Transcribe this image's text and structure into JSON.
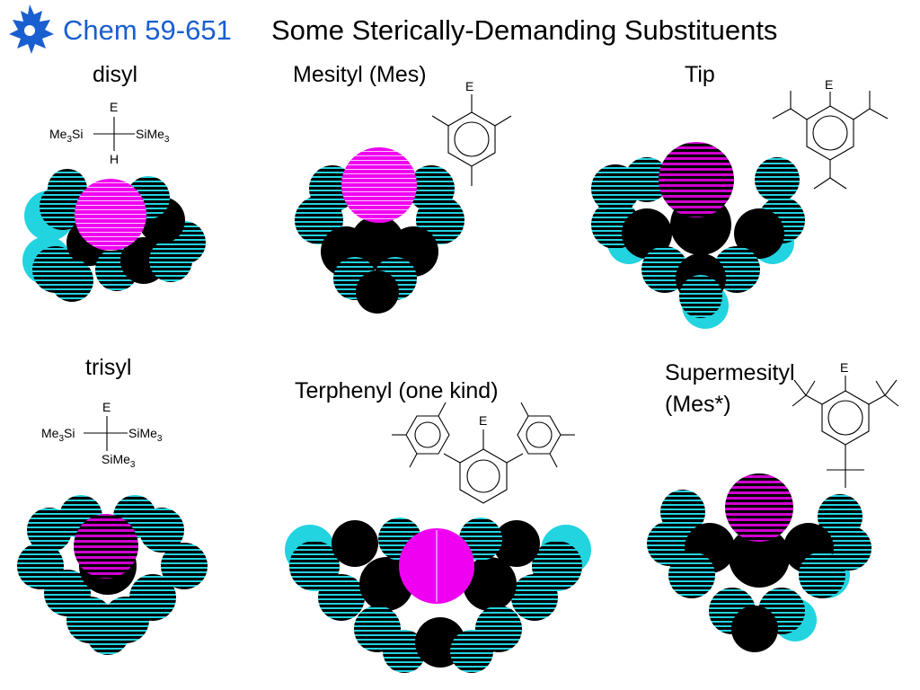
{
  "header": {
    "course": "Chem 59-651",
    "title": "Some Sterically-Demanding Substituents",
    "logo_icon": "maple-leaf-icon",
    "accent_color": "#1a5fd0"
  },
  "colors": {
    "atom_black": "#000000",
    "hydrogen_cyan": "#22d3e0",
    "metal_magenta": "#f000f0",
    "silicon_violet": "#9a6ad8"
  },
  "panels": {
    "disyl": {
      "label": "disyl",
      "top": "E",
      "bottom": "H",
      "left": "Me",
      "left_sub": "3",
      "left_tail": "Si",
      "right": "SiMe",
      "right_sub": "3"
    },
    "trisyl": {
      "label": "trisyl",
      "top": "E",
      "left": "Me",
      "left_sub": "3",
      "left_tail": "Si",
      "right": "SiMe",
      "right_sub": "3",
      "bottom": "SiMe",
      "bottom_sub": "3"
    },
    "mesityl": {
      "label": "Mesityl (Mes)",
      "e_label": "E"
    },
    "terphenyl": {
      "label": "Terphenyl (one kind)",
      "e_label": "E"
    },
    "tip": {
      "label": "Tip",
      "e_label": "E"
    },
    "supermesityl": {
      "label_line1": "Supermesityl",
      "label_line2": "(Mes*)",
      "e_label": "E"
    }
  }
}
